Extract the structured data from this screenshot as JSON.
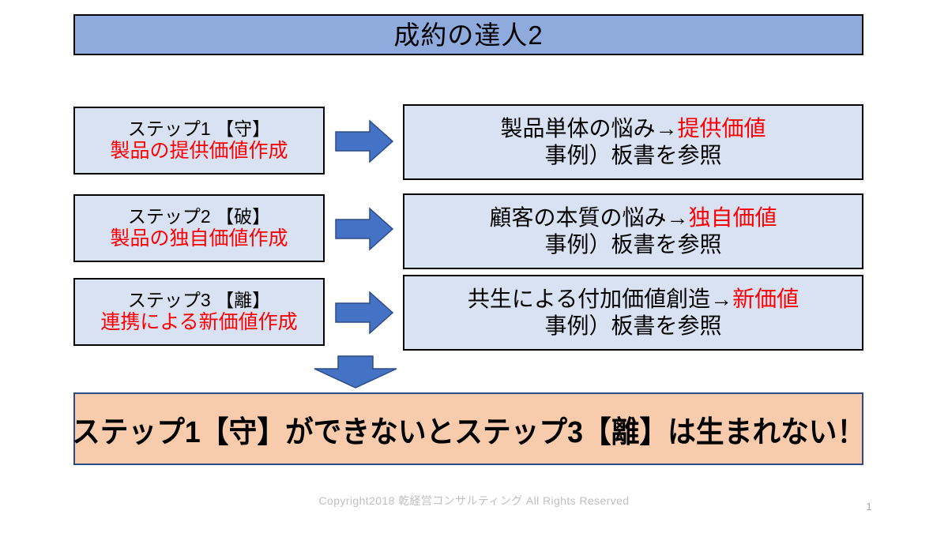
{
  "slide": {
    "title": "成約の達人2",
    "title_bg": "#8FAADC",
    "box_bg": "#D9E2F3",
    "accent_red": "#FF0000",
    "arrow_color": "#4472C4",
    "conclusion_bg": "#F8CBAD"
  },
  "steps": [
    {
      "step_label": "ステップ1 【守】",
      "step_action": "製品の提供価値作成",
      "detail_line1_black": "製品単体の悩み→",
      "detail_line1_red": "提供価値",
      "detail_line2": "事例）板書を参照",
      "arrow": "arrow-right"
    },
    {
      "step_label": "ステップ2 【破】",
      "step_action": "製品の独自価値作成",
      "detail_line1_black": "顧客の本質の悩み→",
      "detail_line1_red": "独自価値",
      "detail_line2": "事例）板書を参照",
      "arrow": "arrow-right"
    },
    {
      "step_label": "ステップ3 【離】",
      "step_action": "連携による新価値作成",
      "detail_line1_black": "共生による付加価値創造→",
      "detail_line1_red": "新価値",
      "detail_line2": "事例）板書を参照",
      "arrow": "arrow-right"
    }
  ],
  "down_arrow": "arrow-down",
  "conclusion": {
    "text": "ステップ1【守】ができないとステップ3【離】は生まれない！"
  },
  "footer": {
    "copyright": "Copyright2018 乾経営コンサルティング All Rights Reserved",
    "slide_number": "1"
  }
}
